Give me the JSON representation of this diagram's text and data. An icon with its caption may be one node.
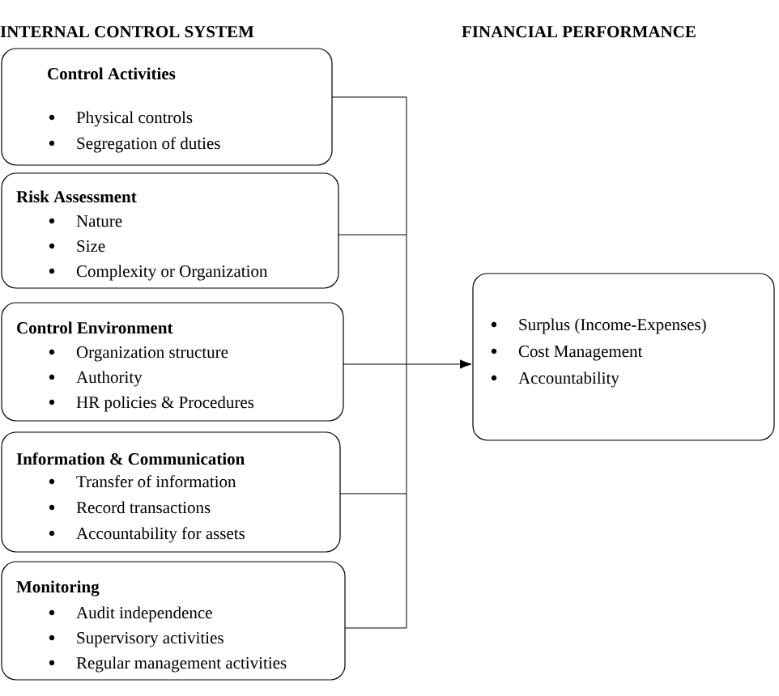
{
  "diagram": {
    "nodes": [
      {
        "text": [
          "Control Activities",
          "Physical controls",
          "Segregation of duties"
        ]
      },
      {
        "text": [
          "Risk Assessment",
          "Nature",
          "Size",
          "Complexity or Organization"
        ]
      },
      {
        "text": [
          "Control Environment",
          "Organization structure",
          "Authority",
          "HR policies & Procedures"
        ]
      },
      {
        "text": [
          "Information & Communication",
          "Transfer of information",
          "Record transactions",
          "Accountability for assets"
        ]
      },
      {
        "text": [
          "Monitoring",
          "Audit independence",
          "Supervisory activities",
          "Regular management activities"
        ]
      },
      {
        "text": [
          "Surplus (Income-Expenses)",
          "Cost Management",
          "Accountability"
        ]
      }
    ],
    "edges": [
      {
        "from": 0,
        "to": 5,
        "arrow": "to"
      },
      {
        "from": 1,
        "to": 5,
        "arrow": "to"
      },
      {
        "from": 2,
        "to": 5,
        "arrow": "to"
      },
      {
        "from": 3,
        "to": 5,
        "arrow": "to"
      },
      {
        "from": 4,
        "to": 5,
        "arrow": "to"
      }
    ],
    "labels": [
      "INTERNAL CONTROL SYSTEM",
      "FINANCIAL PERFORMANCE"
    ]
  }
}
